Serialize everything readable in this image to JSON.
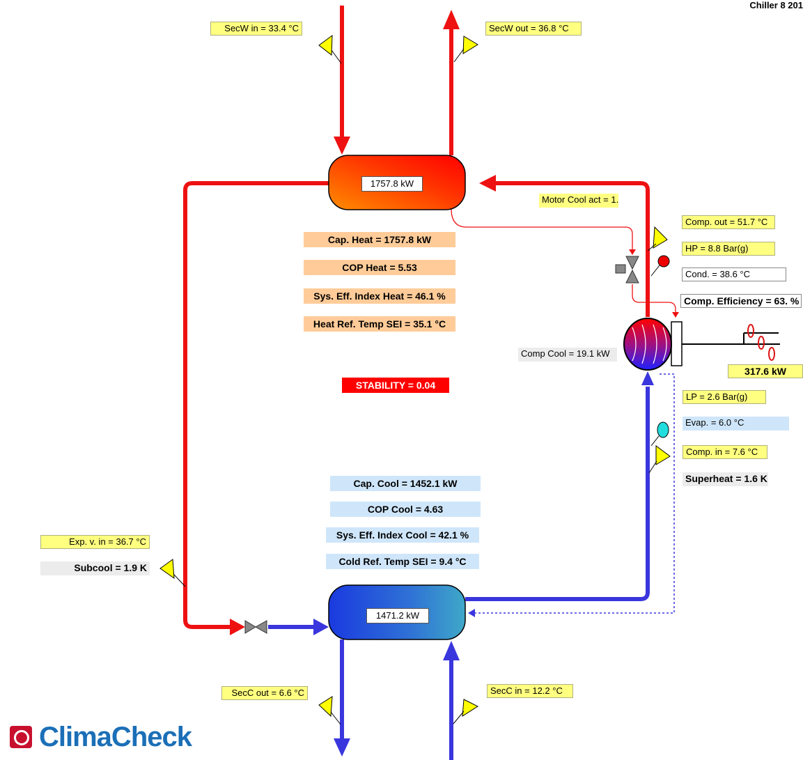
{
  "title": "Chiller 8 201",
  "condenser": {
    "sec_in": "SecW in = 33.4 °C",
    "sec_out": "SecW out = 36.8 °C",
    "capacity": "1757.8 kW"
  },
  "evaporator": {
    "sec_in": "SecC in = 12.2 °C",
    "sec_out": "SecC out = 6.6 °C",
    "capacity": "1471.2 kW"
  },
  "heat": {
    "cap": "Cap. Heat = 1757.8 kW",
    "cop": "COP Heat = 5.53",
    "sei": "Sys. Eff. Index Heat = 46.1 %",
    "ref_temp": "Heat Ref. Temp SEI = 35.1 °C"
  },
  "stability": "STABILITY = 0.04",
  "cool": {
    "cap": "Cap. Cool = 1452.1 kW",
    "cop": "COP Cool = 4.63",
    "sei": "Sys. Eff. Index Cool = 42.1 %",
    "ref_temp": "Cold Ref. Temp SEI = 9.4 °C"
  },
  "motor_cool": "Motor Cool act = 1.",
  "comp_cool": "Comp Cool = 19.1 kW",
  "compressor": {
    "out": "Comp. out = 51.7 °C",
    "hp": "HP = 8.8 Bar(g)",
    "cond": "Cond. = 38.6 °C",
    "efficiency": "Comp. Efficiency = 63. %",
    "power": "317.6 kW",
    "lp": "LP = 2.6 Bar(g)",
    "evap": "Evap. = 6.0 °C",
    "in": "Comp. in = 7.6 °C",
    "superheat": "Superheat = 1.6 K"
  },
  "expansion": {
    "in": "Exp. v. in = 36.7 °C",
    "subcool": "Subcool = 1.9 K"
  },
  "logo": "ClimaCheck",
  "colors": {
    "hot_line": "#ee1111",
    "cold_line": "#3a36dd",
    "label_yellow": "#ffff80",
    "heat_box": "#ffcc99",
    "cool_box": "#cfe6fa",
    "stability_bg": "#ff0000",
    "logo_blue": "#1b6fb7"
  }
}
